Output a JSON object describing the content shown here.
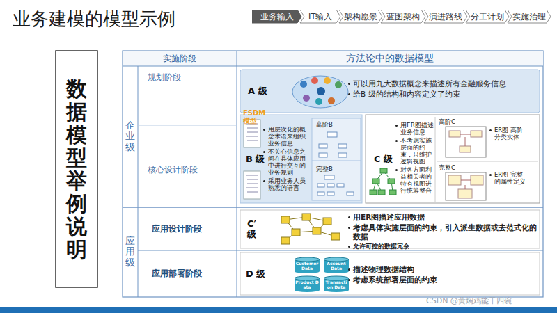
{
  "diagram": {
    "title": "业务建模的模型示例",
    "nodes": [
      {
        "text": [
          "业务输入"
        ]
      },
      {
        "text": [
          "IT输入"
        ]
      },
      {
        "text": [
          "架构愿景"
        ]
      },
      {
        "text": [
          "蓝图架构"
        ]
      },
      {
        "text": [
          "演进路线"
        ]
      },
      {
        "text": [
          "分工计划"
        ]
      },
      {
        "text": [
          "实施治理"
        ]
      },
      {
        "text": [
          "数据模型举例说明"
        ]
      },
      {
        "text": [
          "实施阶段"
        ]
      },
      {
        "text": [
          "方法论中的数据模型"
        ]
      },
      {
        "text": [
          "企业级"
        ]
      },
      {
        "text": [
          "应用级"
        ]
      },
      {
        "text": [
          "规划阶段"
        ]
      },
      {
        "text": [
          "核心设计阶段"
        ]
      },
      {
        "text": [
          "应用设计阶段"
        ]
      },
      {
        "text": [
          "应用部署阶段"
        ]
      },
      {
        "text": [
          "A 级",
          "可以用九大数据概念来描述所有金融服务信息",
          "给B 级的结构和内容定义了约束"
        ]
      },
      {
        "text": [
          "B 级",
          "用层次化的概念术语来组织业务信息",
          "不关心信息之间在具体应用中进行交互的业务规则",
          "采用业务人员熟悉的语言"
        ]
      },
      {
        "text": [
          "高阶B"
        ],
        "in": 17
      },
      {
        "text": [
          "完整B"
        ],
        "in": 17
      },
      {
        "text": [
          "C 级",
          "用ER图描述业务信息",
          "不考虑实施层面的约束，只维护逻辑视图",
          "对各方面利益相关者的特有视图进行统筹整合"
        ]
      },
      {
        "text": [
          "高阶C",
          "ER图 高阶分类实体"
        ],
        "in": 20
      },
      {
        "text": [
          "完整C",
          "ER图 完整的属性定义"
        ],
        "in": 20
      },
      {
        "text": [
          "C′ 级",
          "用ER图描述应用数据",
          "考虑具体实施层面的约束，引入派生数据或去范式化的数据",
          "允许可控的数据冗余"
        ]
      },
      {
        "text": [
          "D 级",
          "描述物理数据结构",
          "考虑系统部署层面的约束"
        ]
      },
      {
        "text": [
          "Customer Data"
        ],
        "in": 24
      },
      {
        "text": [
          "Account Data"
        ],
        "in": 24
      },
      {
        "text": [
          "Product Data"
        ],
        "in": 24
      },
      {
        "text": [
          "Transaction Data"
        ],
        "in": 24
      }
    ],
    "labels": [
      "FSDM 模型",
      "CSDN @黄焖鸡能干四碗"
    ]
  }
}
